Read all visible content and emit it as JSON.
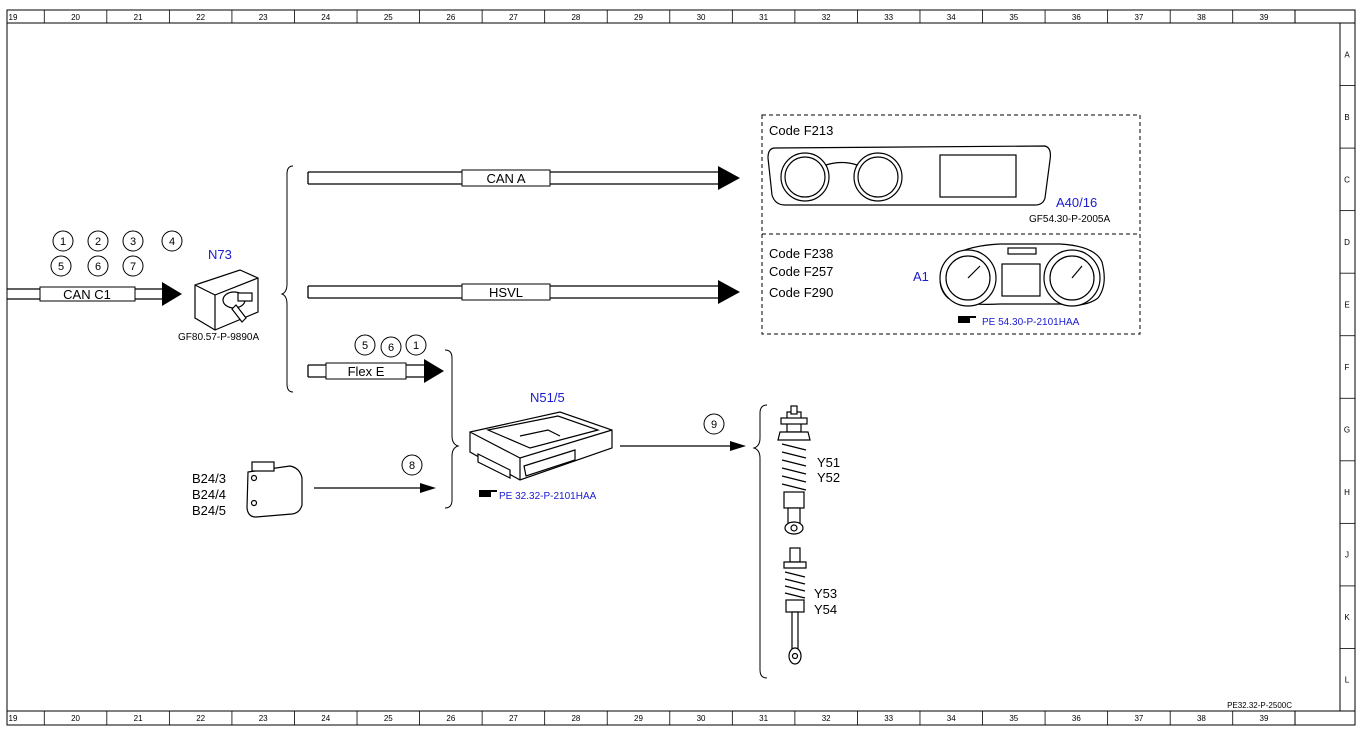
{
  "frame": {
    "columns": [
      "19",
      "20",
      "21",
      "22",
      "23",
      "24",
      "25",
      "26",
      "27",
      "28",
      "29",
      "30",
      "31",
      "32",
      "33",
      "34",
      "35",
      "36",
      "37",
      "38",
      "39"
    ],
    "rows": [
      "A",
      "B",
      "C",
      "D",
      "E",
      "F",
      "G",
      "H",
      "J",
      "K",
      "L"
    ],
    "doc_id": "PE32.32-P-2500C"
  },
  "n73": {
    "label": "N73",
    "ref": "GF80.57-P-9890A"
  },
  "can_c1": {
    "label": "CAN C1",
    "circles": [
      "1",
      "2",
      "3",
      "4",
      "5",
      "6",
      "7"
    ]
  },
  "can_a": {
    "label": "CAN A"
  },
  "hsvl": {
    "label": "HSVL"
  },
  "flex_e": {
    "label": "Flex E",
    "circles": [
      "5",
      "6",
      "1"
    ]
  },
  "a40": {
    "code": "Code F213",
    "label": "A40/16",
    "ref": "GF54.30-P-2005A"
  },
  "a1": {
    "codes": [
      "Code F238",
      "Code F257",
      "Code F290"
    ],
    "label": "A1",
    "ref": "PE 54.30-P-2101HAA",
    "ref_icon": "pointing-hand-icon"
  },
  "n51": {
    "label": "N51/5",
    "ref": "PE 32.32-P-2101HAA",
    "ref_icon": "pointing-hand-icon"
  },
  "b24": {
    "labels": [
      "B24/3",
      "B24/4",
      "B24/5"
    ],
    "circle": "8"
  },
  "output": {
    "circle": "9"
  },
  "front_struts": {
    "labels": [
      "Y51",
      "Y52"
    ]
  },
  "rear_struts": {
    "labels": [
      "Y53",
      "Y54"
    ]
  },
  "colors": {
    "link_blue": "#1a1ad0",
    "line": "#000000"
  }
}
